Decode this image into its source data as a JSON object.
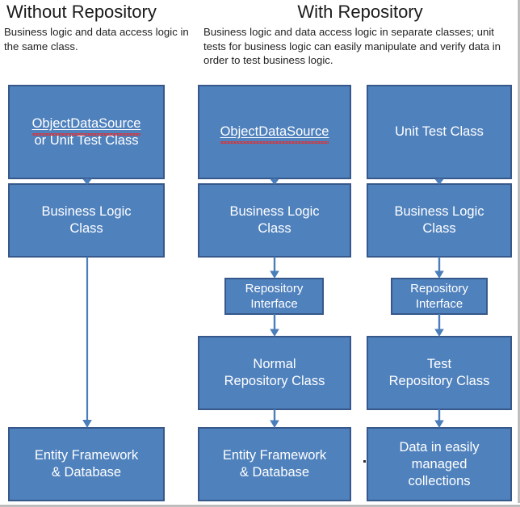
{
  "diagram": {
    "title_left": "Without Repository",
    "title_right": "With Repository",
    "desc_left": "Business logic and data access logic in the same class.",
    "desc_right": "Business logic and data access logic in separate classes; unit tests for business logic can easily manipulate and verify data in order to test business logic.",
    "colors": {
      "node_fill": "#4f81bd",
      "node_border": "#37588a",
      "node_text": "#ffffff",
      "arrow": "#4a7ebb",
      "title_text": "#1a1a1a",
      "spellcheck_underline": "#e03030",
      "page_background": "#ffffff"
    },
    "columns": [
      {
        "name": "without-repository",
        "nodes": [
          {
            "id": "n1",
            "line1": "ObjectDataSource",
            "line2": "or Unit Test Class",
            "spellcheck_line1": true
          },
          {
            "id": "n2",
            "line1": "Business Logic",
            "line2": "Class",
            "spellcheck_line1": false
          },
          {
            "id": "n3",
            "line1": "Entity Framework",
            "line2": "& Database",
            "spellcheck_line1": false
          }
        ]
      },
      {
        "name": "with-repository-objectdatasource",
        "nodes": [
          {
            "id": "m1",
            "line1": "ObjectDataSource",
            "line2": "",
            "spellcheck_line1": true
          },
          {
            "id": "m2",
            "line1": "Business Logic",
            "line2": "Class",
            "spellcheck_line1": false
          },
          {
            "id": "m3",
            "line1": "Repository",
            "line2": "Interface",
            "spellcheck_line1": false
          },
          {
            "id": "m4",
            "line1": "Normal",
            "line2": "Repository Class",
            "spellcheck_line1": false
          },
          {
            "id": "m5",
            "line1": "Entity Framework",
            "line2": "& Database",
            "spellcheck_line1": false
          }
        ]
      },
      {
        "name": "with-repository-unit-test",
        "nodes": [
          {
            "id": "r1",
            "line1": "Unit Test Class",
            "line2": "",
            "spellcheck_line1": false
          },
          {
            "id": "r2",
            "line1": "Business Logic",
            "line2": "Class",
            "spellcheck_line1": false
          },
          {
            "id": "r3",
            "line1": "Repository",
            "line2": "Interface",
            "spellcheck_line1": false
          },
          {
            "id": "r4",
            "line1": "Test",
            "line2": "Repository Class",
            "spellcheck_line1": false
          },
          {
            "id": "r5",
            "line1": "Data in easily",
            "line2": "managed",
            "line3": "collections",
            "spellcheck_line1": false
          }
        ]
      }
    ],
    "arrows": [
      {
        "name": "arrow-without-n1-to-n2",
        "from": "n1",
        "to": "n2"
      },
      {
        "name": "arrow-without-n2-to-n3",
        "from": "n2",
        "to": "n3"
      },
      {
        "name": "arrow-mid-m1-to-m2",
        "from": "m1",
        "to": "m2"
      },
      {
        "name": "arrow-mid-m2-to-m3",
        "from": "m2",
        "to": "m3"
      },
      {
        "name": "arrow-mid-m3-to-m4",
        "from": "m3",
        "to": "m4"
      },
      {
        "name": "arrow-mid-m4-to-m5",
        "from": "m4",
        "to": "m5"
      },
      {
        "name": "arrow-right-r1-to-r2",
        "from": "r1",
        "to": "r2"
      },
      {
        "name": "arrow-right-r2-to-r3",
        "from": "r2",
        "to": "r3"
      },
      {
        "name": "arrow-right-r3-to-r4",
        "from": "r3",
        "to": "r4"
      },
      {
        "name": "arrow-right-r4-to-r5",
        "from": "r4",
        "to": "r5"
      }
    ]
  }
}
